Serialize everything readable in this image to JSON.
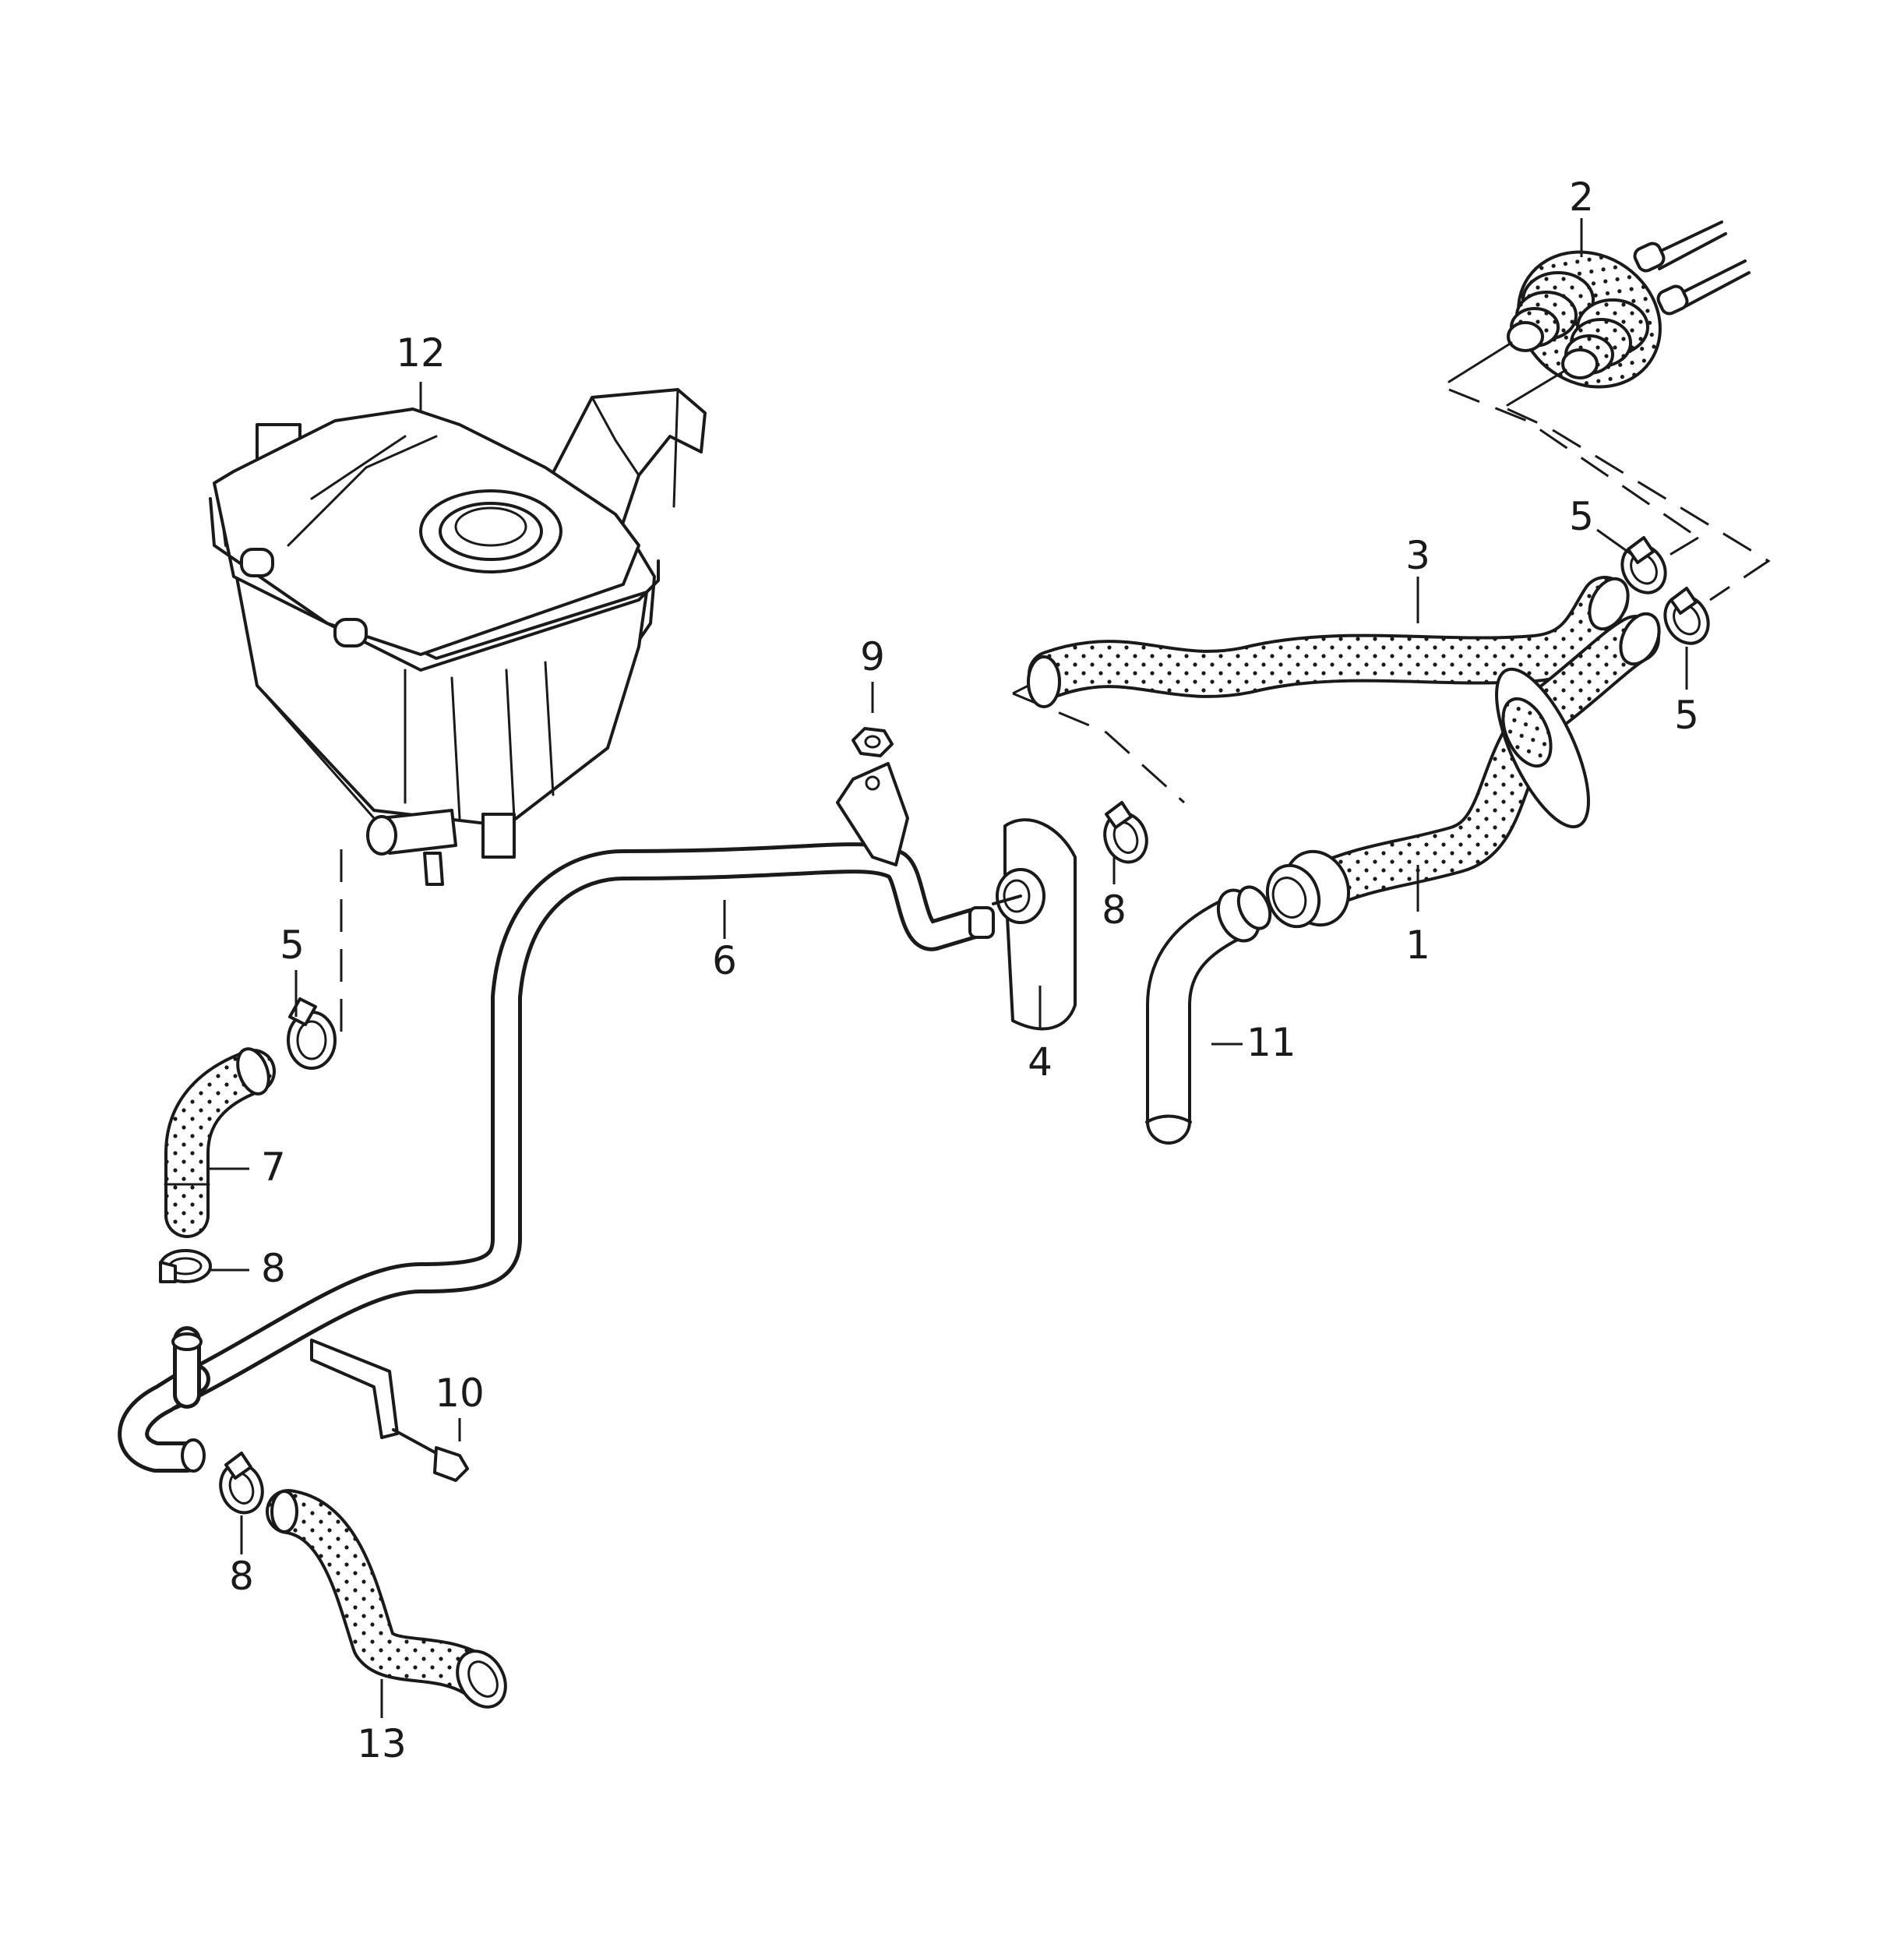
{
  "colors": {
    "ink": "#1a1a1a",
    "paper": "#ffffff"
  },
  "callouts": [
    {
      "id": "c1",
      "text": "1"
    },
    {
      "id": "c2",
      "text": "2"
    },
    {
      "id": "c3",
      "text": "3"
    },
    {
      "id": "c4",
      "text": "4"
    },
    {
      "id": "c5a",
      "text": "5"
    },
    {
      "id": "c5b",
      "text": "5"
    },
    {
      "id": "c5c",
      "text": "5"
    },
    {
      "id": "c6",
      "text": "6"
    },
    {
      "id": "c7",
      "text": "7"
    },
    {
      "id": "c8a",
      "text": "8"
    },
    {
      "id": "c8b",
      "text": "8"
    },
    {
      "id": "c8c",
      "text": "8"
    },
    {
      "id": "c9",
      "text": "9"
    },
    {
      "id": "c10",
      "text": "10"
    },
    {
      "id": "c11",
      "text": "11"
    },
    {
      "id": "c12",
      "text": "12"
    },
    {
      "id": "c13",
      "text": "13"
    }
  ]
}
